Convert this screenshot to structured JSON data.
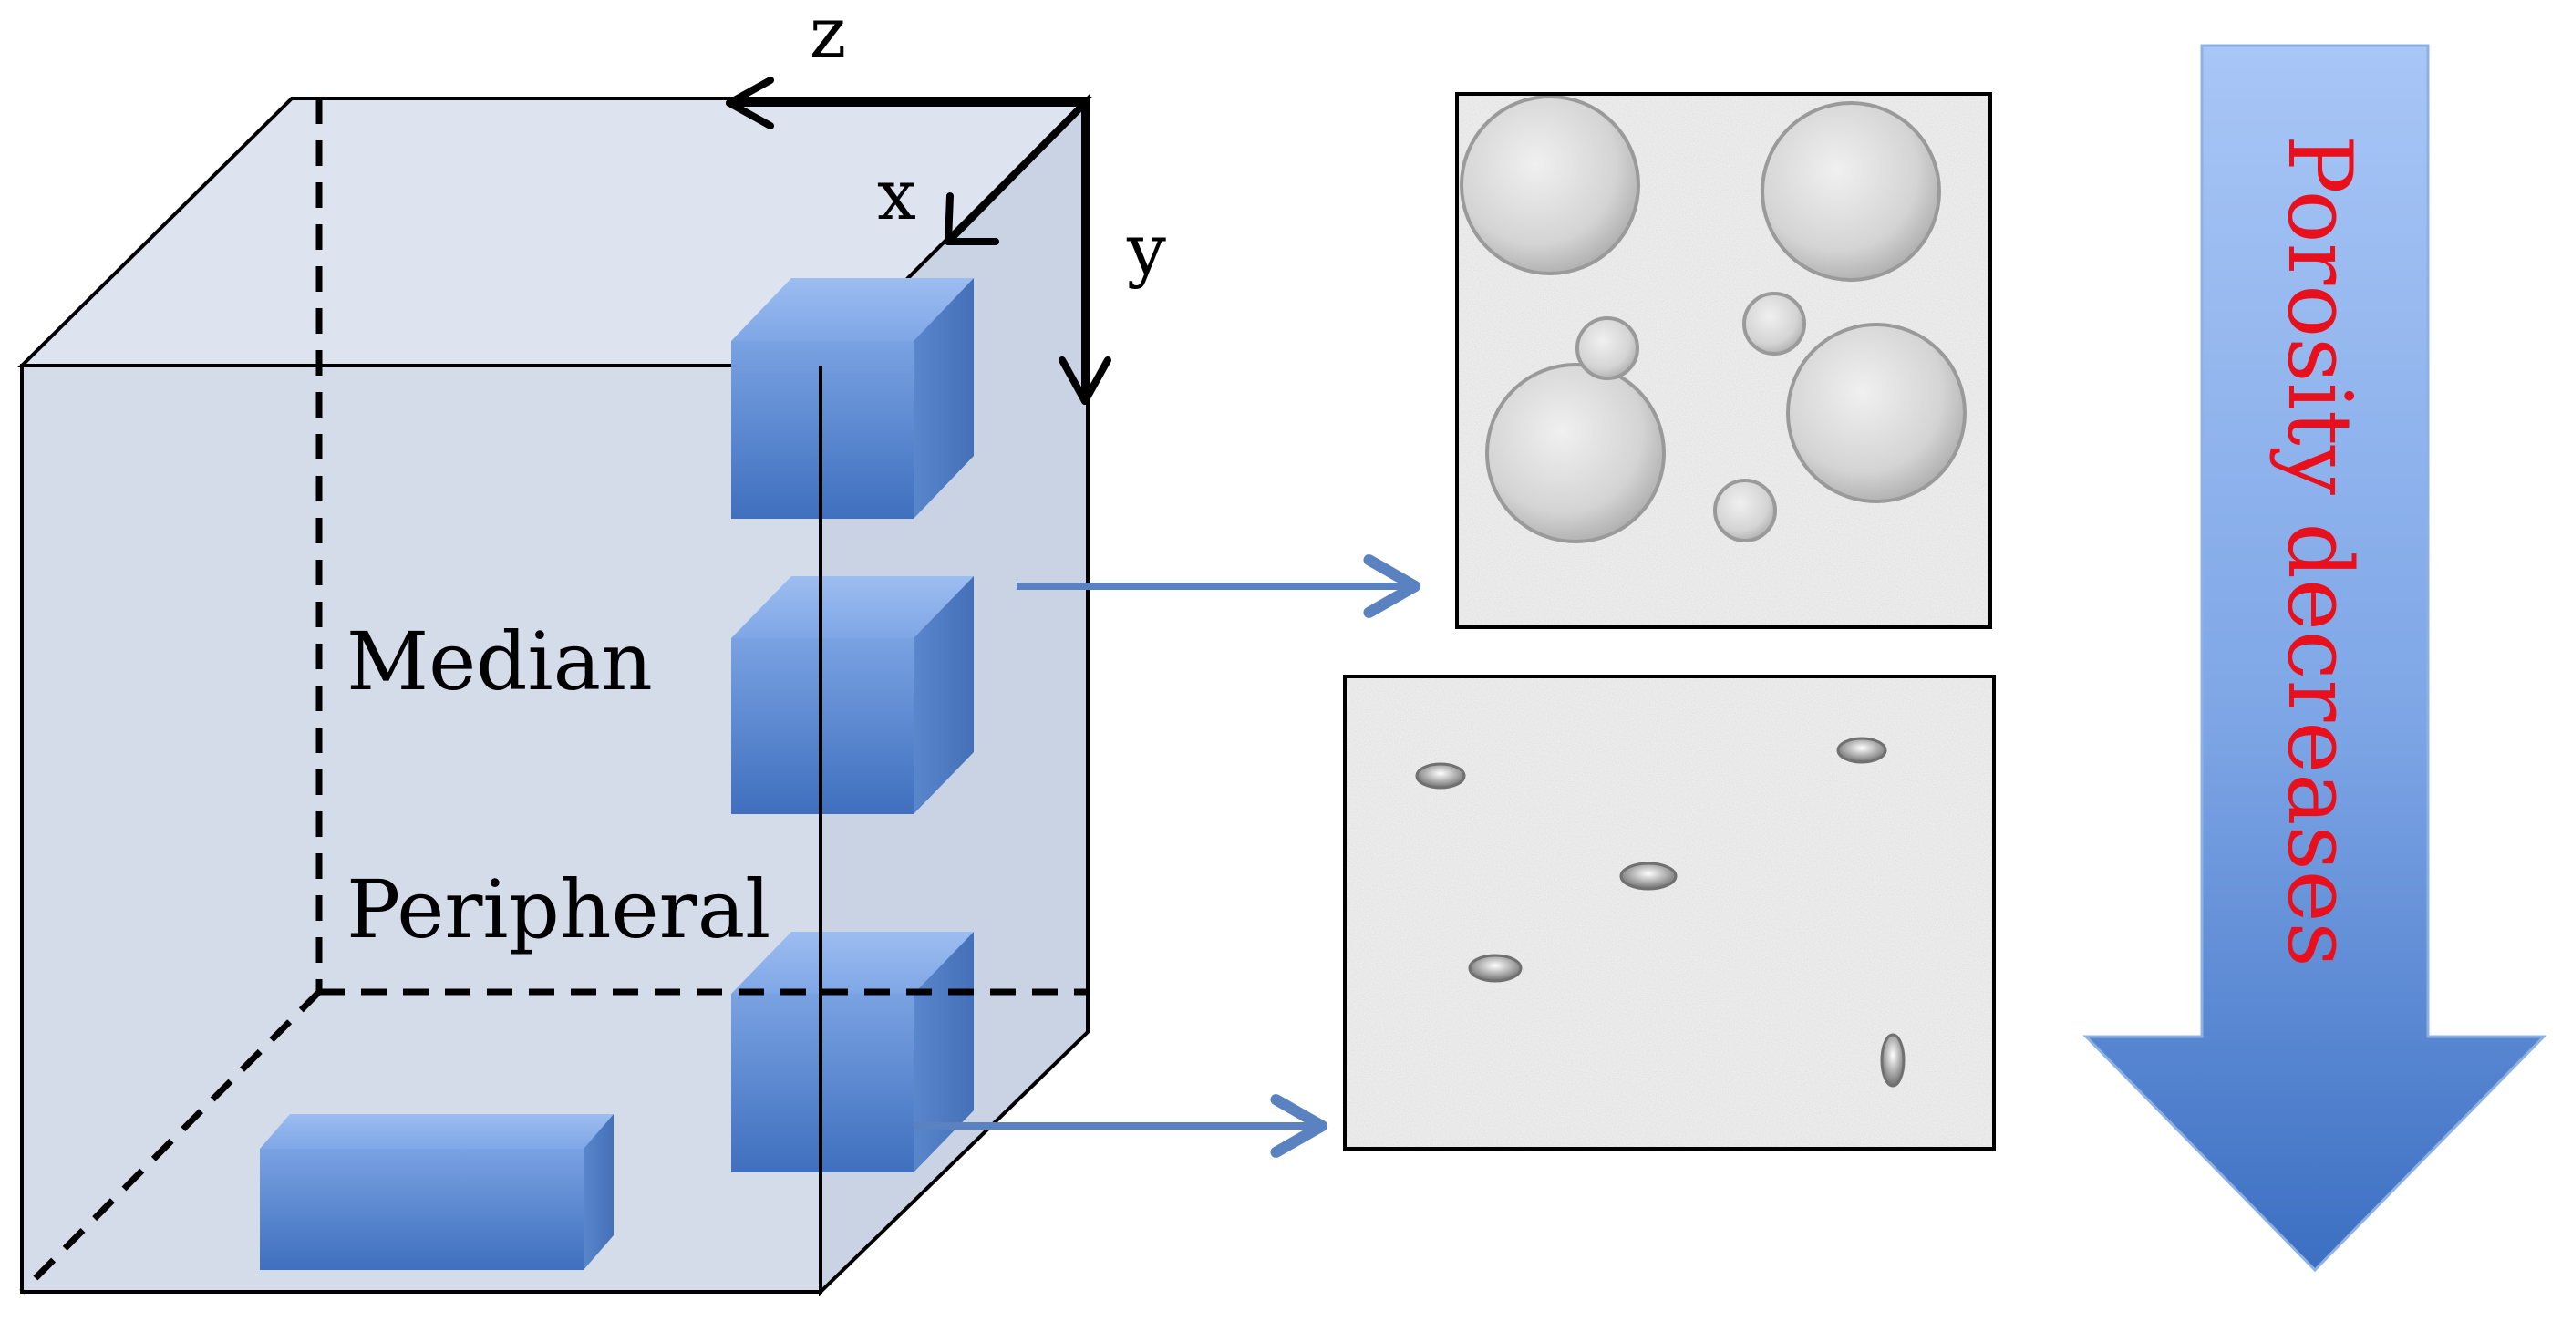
{
  "labels": {
    "z_axis": "z",
    "x_axis": "x",
    "y_axis": "y",
    "median": "Median",
    "peripheral": "Peripheral",
    "porosity": "Porosity decreases"
  },
  "colors": {
    "block_face": "#d3dcea",
    "cube_front": "#5a88d0",
    "cube_top": "#8eb2ea",
    "cube_side": "#4f7bc2",
    "arrow_blue": "#5a82c0",
    "porosity_text": "#e8101c",
    "pore_gray": "#cfcfcf"
  },
  "icons": {
    "axis_arrows": "arrow-icon",
    "pointer_arrows": "right-arrow-icon",
    "big_arrow": "down-arrow-icon"
  }
}
